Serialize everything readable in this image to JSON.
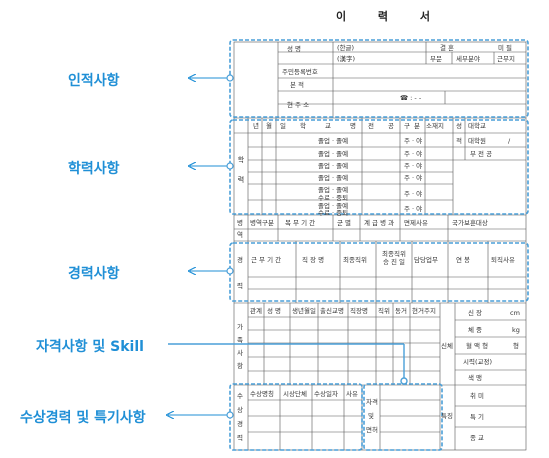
{
  "doc_title": "이 력 서",
  "callouts": {
    "personal": "인적사항",
    "education": "학력사항",
    "career": "경력사항",
    "skills": "자격사항 및 Skill",
    "awards": "수상경력 및 특기사항"
  },
  "personal": {
    "name_label": "성 명",
    "hangul": "(한글)",
    "hanja": "(漢字)",
    "resident_no": "주민등록번호",
    "origin": "본 적",
    "address": "현 주 소",
    "phone_icon": "☎ : - -",
    "marital_label": "결 혼",
    "marital_value": "미 필",
    "marital_status": "부문",
    "marital_opt1": "세부분야",
    "marital_opt2": "근무지"
  },
  "education": {
    "side_label": [
      "학",
      "력"
    ],
    "headers": [
      "년",
      "월",
      "일",
      "학",
      "교",
      "명",
      "전",
      "공",
      "구",
      "분",
      "소재지"
    ],
    "right_header": "성",
    "university": "대학교",
    "grad": "대학원",
    "slash": "/",
    "major": "부 전 공",
    "rows": [
      {
        "status": "졸업 · 졸예",
        "kind": "주 · 야"
      },
      {
        "status": "졸업 · 졸예",
        "kind": "주 · 야"
      },
      {
        "status": "졸업 · 졸예",
        "kind": "주 · 야"
      },
      {
        "status": "졸업 · 졸예",
        "kind": "주 · 야"
      },
      {
        "status": "졸업 · 졸예",
        "kind": ""
      },
      {
        "status": "수료 · 중퇴",
        "kind": "주 · 야"
      },
      {
        "status": "졸업 · 졸예",
        "kind": ""
      },
      {
        "status": "수료 · 중퇴",
        "kind": "주 · 야"
      }
    ],
    "right_label": "적"
  },
  "military": {
    "side": [
      "병",
      "역"
    ],
    "cols": [
      "병역구분",
      "복 무 기 간",
      "군 별",
      "계 급 병 과",
      "면제사유",
      "국가보훈대상"
    ]
  },
  "career": {
    "side": [
      "경",
      "력"
    ],
    "cols": [
      "근 무 기 간",
      "직 장 명",
      "최종직위",
      "최종직위 승 진 일",
      "담당업무",
      "연 봉",
      "퇴직사유"
    ]
  },
  "family": {
    "side": [
      "가",
      "족",
      "사",
      "항"
    ],
    "cols": [
      "관계",
      "성 명",
      "생년월일",
      "출신교명",
      "직장명",
      "직위",
      "동거",
      "현거주지"
    ]
  },
  "body": {
    "label": "신체",
    "rows": [
      "신 장",
      "체 중",
      "혈 액 형",
      "시력(교정)",
      "색 맹"
    ],
    "units": [
      "cm",
      "kg",
      "형",
      "",
      ""
    ]
  },
  "awards": {
    "side": [
      "수",
      "상",
      "경",
      "력"
    ],
    "cols": [
      "수상명칭",
      "시상단체",
      "수상일자",
      "사유"
    ],
    "license": [
      "자격",
      "및",
      "면허"
    ]
  },
  "hobby": {
    "label": "특징",
    "rows": [
      "취 미",
      "특 기",
      "종 교"
    ]
  }
}
